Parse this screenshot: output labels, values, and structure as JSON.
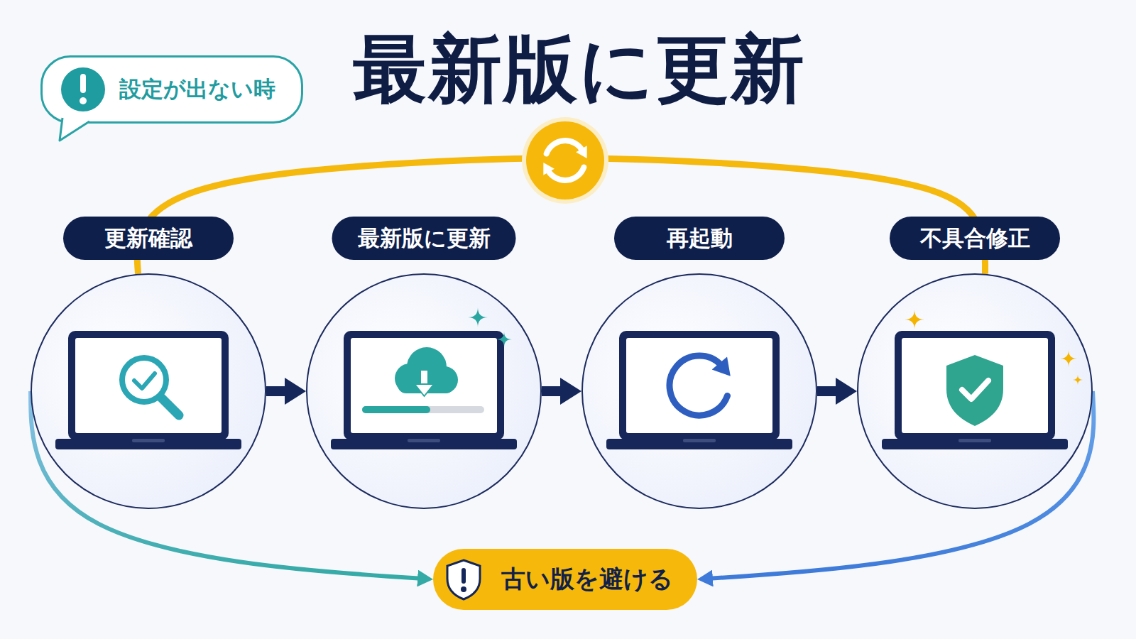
{
  "diagram": {
    "title": "最新版に更新",
    "nodes": [
      {
        "text": [
          "設定が出ない時"
        ]
      },
      {
        "text": [
          "更新確認"
        ]
      },
      {
        "text": [
          "最新版に更新"
        ]
      },
      {
        "text": [
          "再起動"
        ]
      },
      {
        "text": [
          "不具合修正"
        ]
      },
      {
        "text": [
          "古い版を避ける"
        ]
      }
    ],
    "edges": [
      {
        "from": 1,
        "to": 2,
        "arrow": "to"
      },
      {
        "from": 2,
        "to": 3,
        "arrow": "to"
      },
      {
        "from": 3,
        "to": 4,
        "arrow": "to"
      },
      {
        "from": 1,
        "to": 4,
        "arrow": "none"
      },
      {
        "from": 1,
        "to": 5,
        "arrow": "to"
      },
      {
        "from": 4,
        "to": 5,
        "arrow": "to"
      }
    ]
  }
}
